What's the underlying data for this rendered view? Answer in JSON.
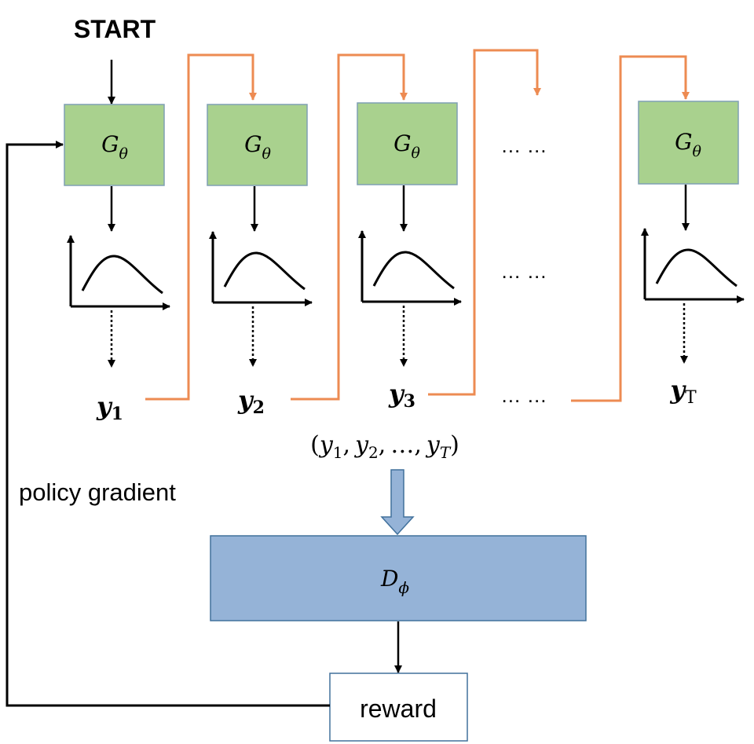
{
  "start_label": "START",
  "generators": [
    {
      "symbol": "G",
      "subscript": "θ"
    },
    {
      "symbol": "G",
      "subscript": "θ"
    },
    {
      "symbol": "G",
      "subscript": "θ"
    },
    {
      "symbol": "G",
      "subscript": "θ"
    }
  ],
  "outputs": [
    {
      "symbol": "y",
      "subscript": "1"
    },
    {
      "symbol": "y",
      "subscript": "2"
    },
    {
      "symbol": "y",
      "subscript": "3"
    },
    {
      "symbol": "y",
      "subscript": "T"
    }
  ],
  "ellipsis": "… …",
  "sequence": {
    "open": "(",
    "y1": "y",
    "s1": "1",
    "c1": ",",
    "y2": "y",
    "s2": "2",
    "c2": ",",
    "dots": "…",
    "c3": ",",
    "yT": "y",
    "sT": "T",
    "close": ")"
  },
  "discriminator": {
    "symbol": "D",
    "subscript": "ϕ"
  },
  "policy_label": "policy gradient",
  "reward_label": "reward",
  "colors": {
    "generator_fill": "#a9d18e",
    "generator_stroke": "#7f9fb4",
    "discriminator_fill": "#95b3d7",
    "discriminator_stroke": "#41719c",
    "reward_stroke": "#41719c",
    "feed_line": "#ed8b52",
    "line": "#000000"
  }
}
